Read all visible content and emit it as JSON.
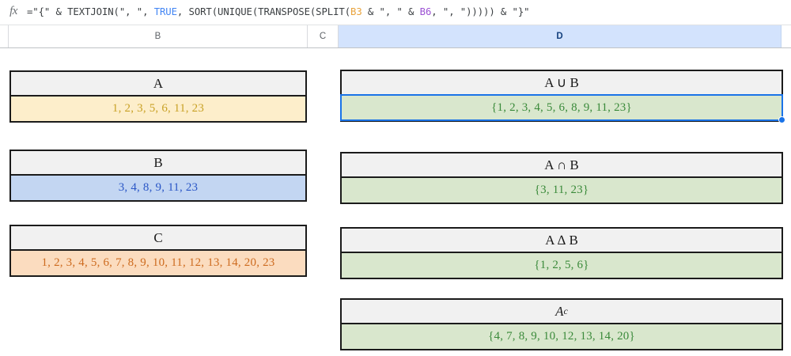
{
  "formula_bar": {
    "fx_icon": "fx-icon",
    "formula_parts": {
      "p1": "=\"{\" & TEXTJOIN(\", \", ",
      "bool": "TRUE",
      "p2": ", SORT(UNIQUE(TRANSPOSE(SPLIT(",
      "ref1": "B3",
      "p3": " & \", \" & ",
      "ref2": "B6",
      "p4": ", \", \"))))) & \"}\""
    },
    "formula_full": "=\"{\" & TEXTJOIN(\", \", TRUE, SORT(UNIQUE(TRANSPOSE(SPLIT(B3 & \", \" & B6, \", \"))))) & \"}\"",
    "colors": {
      "boolean": "#4285f4",
      "ref_a": "#e8a33d",
      "ref_b": "#9c52d4"
    }
  },
  "columns": [
    {
      "label": "B",
      "selected": false
    },
    {
      "label": "C",
      "selected": false
    },
    {
      "label": "D",
      "selected": true
    }
  ],
  "sets": {
    "a": {
      "header": "A",
      "value": "1, 2, 3, 5, 6, 11, 23",
      "fill": "#fdeecb",
      "text_color": "#c9a227"
    },
    "b": {
      "header": "B",
      "value": "3, 4, 8, 9, 11, 23",
      "fill": "#c3d6f2",
      "text_color": "#2a56c6"
    },
    "c": {
      "header": "C",
      "value": "1, 2, 3, 4, 5, 6, 7, 8, 9, 10, 11, 12, 13, 14, 20, 23",
      "fill": "#fbdcbf",
      "text_color": "#cd6b1f"
    }
  },
  "results": {
    "union": {
      "header": "A ∪ B",
      "value": "{1, 2, 3, 4, 5, 6, 8, 9, 11, 23}",
      "fill": "#d9e7cd",
      "text_color": "#3a8a3a",
      "selected": true
    },
    "intersection": {
      "header": "A ∩ B",
      "value": "{3, 11, 23}",
      "fill": "#d9e7cd",
      "text_color": "#3a8a3a",
      "selected": false
    },
    "symmetric_difference": {
      "header": "A ∆ B",
      "value": "{1, 2, 5, 6}",
      "fill": "#d9e7cd",
      "text_color": "#3a8a3a",
      "selected": false
    },
    "complement": {
      "header_base": "A",
      "header_sup": "c",
      "value": "{4, 7, 8, 9, 10, 12, 13, 14, 20}",
      "fill": "#d9e7cd",
      "text_color": "#3a8a3a",
      "selected": false
    }
  },
  "selection": {
    "border_color": "#1a73e8",
    "handle": "fill-handle"
  }
}
